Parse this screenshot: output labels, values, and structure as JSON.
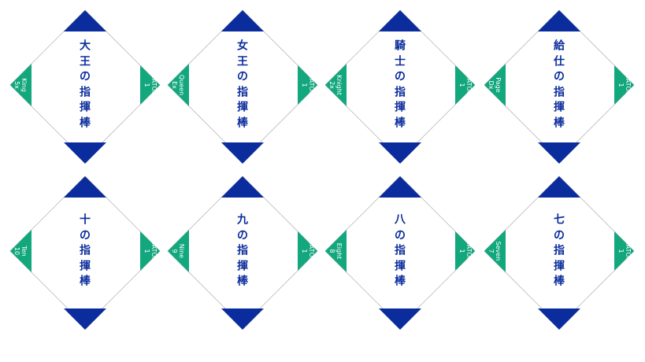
{
  "colors": {
    "accent_blue": "#0b2c9c",
    "accent_green": "#13a77e",
    "outline": "#bbbbbb"
  },
  "cards": [
    {
      "title": "大王の指揮棒",
      "rank_name": "King",
      "rank_code": "5x",
      "type": "BATON",
      "type_number": "1"
    },
    {
      "title": "女王の指揮棒",
      "rank_name": "Queen",
      "rank_code": "Ex",
      "type": "BATON",
      "type_number": "1"
    },
    {
      "title": "騎士の指揮棒",
      "rank_name": "Knight",
      "rank_code": "2x",
      "type": "BATON",
      "type_number": "1"
    },
    {
      "title": "給仕の指揮棒",
      "rank_name": "Page",
      "rank_code": "Dx",
      "type": "BATON",
      "type_number": "1"
    },
    {
      "title": "十の指揮棒",
      "rank_name": "Ten",
      "rank_code": "10",
      "type": "BATON",
      "type_number": "1"
    },
    {
      "title": "九の指揮棒",
      "rank_name": "Nine",
      "rank_code": "9",
      "type": "BATON",
      "type_number": "1"
    },
    {
      "title": "八の指揮棒",
      "rank_name": "Eight",
      "rank_code": "8",
      "type": "BATON",
      "type_number": "1"
    },
    {
      "title": "七の指揮棒",
      "rank_name": "Seven",
      "rank_code": "7",
      "type": "BATON",
      "type_number": "1"
    }
  ]
}
